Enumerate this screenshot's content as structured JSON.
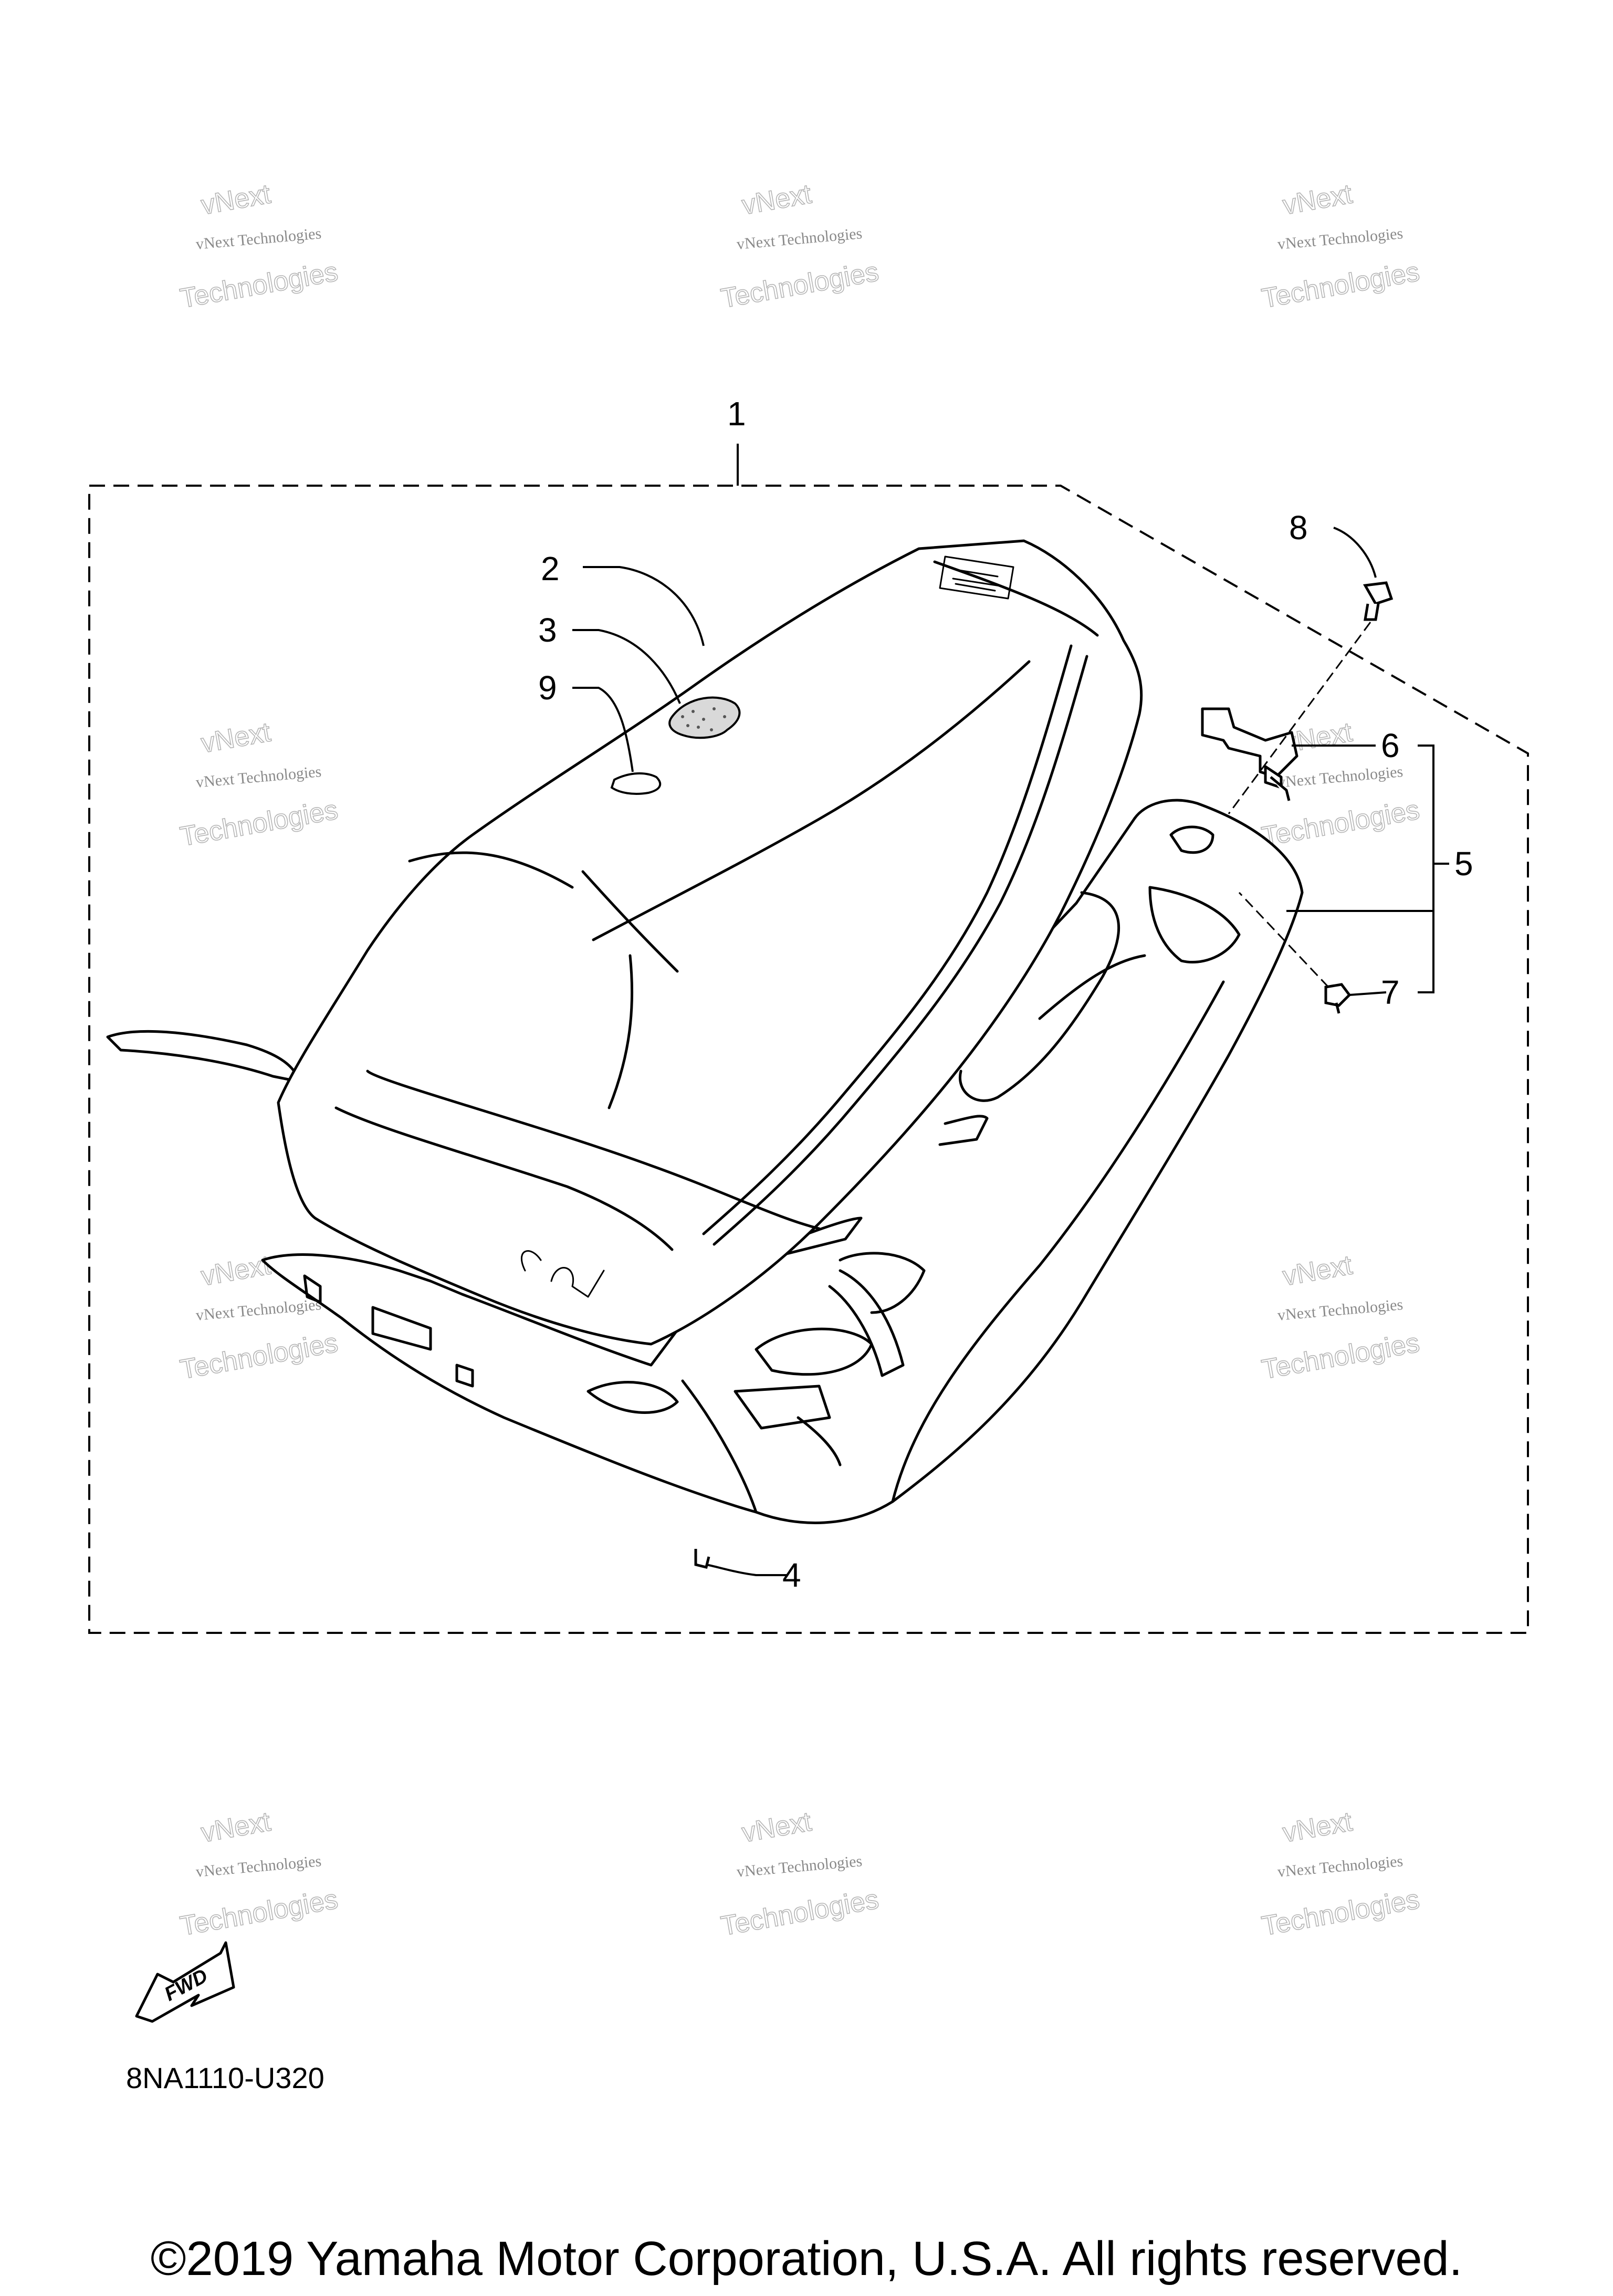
{
  "watermark": {
    "line1": "vNext Technologies",
    "line2": "vNext",
    "line3": "Technologies"
  },
  "callouts": [
    "1",
    "2",
    "3",
    "4",
    "5",
    "6",
    "7",
    "8",
    "9"
  ],
  "fwd_label": "FWD",
  "part_code": "8NA1110-U320",
  "copyright": "©2019 Yamaha Motor Corporation, U.S.A. All rights reserved."
}
